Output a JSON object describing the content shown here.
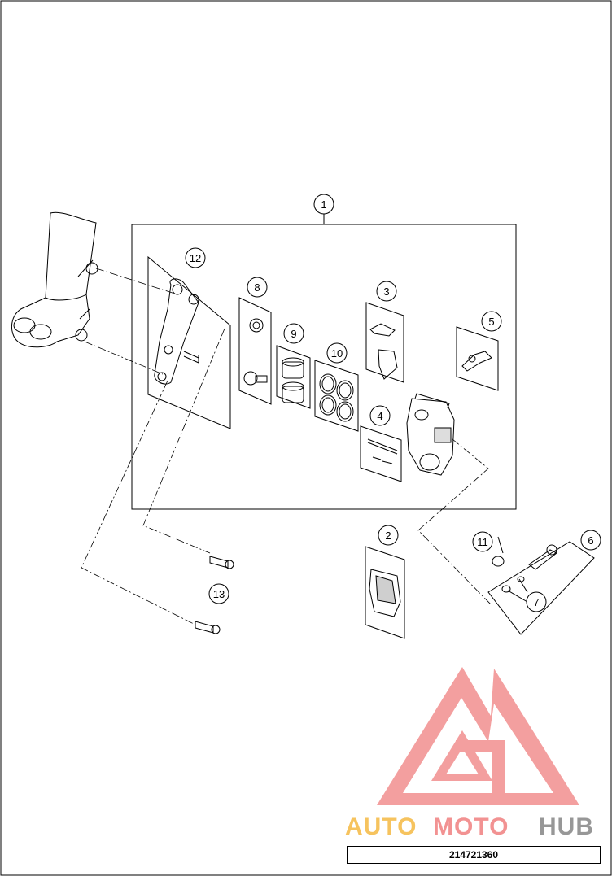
{
  "callouts": {
    "c1": "1",
    "c2": "2",
    "c3": "3",
    "c4": "4",
    "c5": "5",
    "c6": "6",
    "c7": "7",
    "c8": "8",
    "c9": "9",
    "c10": "10",
    "c11": "11",
    "c12": "12",
    "c13": "13"
  },
  "watermark": {
    "auto": "AUTO",
    "moto": "MOTO",
    "hub": "HUB",
    "colors": {
      "auto": "#f5b942",
      "moto": "#f08080",
      "hub": "#8c8c8c",
      "logo": "#f08080"
    }
  },
  "part_number": "214721360"
}
